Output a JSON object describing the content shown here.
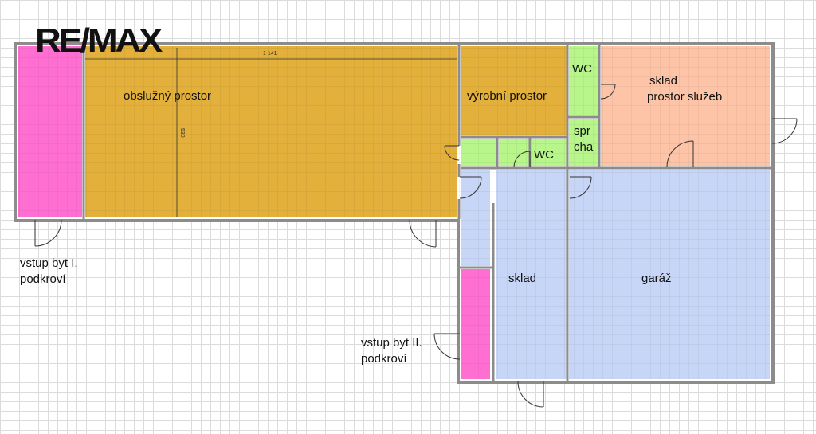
{
  "brand": {
    "logo_text": "RE/MAX"
  },
  "dimensions": {
    "length": "1 141",
    "width": "530"
  },
  "rooms": {
    "service_area": "obslužný prostor",
    "production_area": "výrobní prostor",
    "wc_1": "WC",
    "wc_2": "WC",
    "shower_line1": "spr",
    "shower_line2": "cha",
    "storage_services_line1": "sklad",
    "storage_services_line2": "prostor služeb",
    "storage": "sklad",
    "garage": "garáž"
  },
  "entrances": {
    "entry_1_line1": "vstup byt I.",
    "entry_1_line2": "podkroví",
    "entry_2_line1": "vstup byt II.",
    "entry_2_line2": "podkroví"
  },
  "colors": {
    "service_area": "#e2b03b",
    "stairs": "#ff6fd2",
    "sanitary": "#b8f58a",
    "storage_services": "#fdc4a8",
    "storage_garage": "#c7d6f7",
    "wall": "#8c8c8c"
  }
}
